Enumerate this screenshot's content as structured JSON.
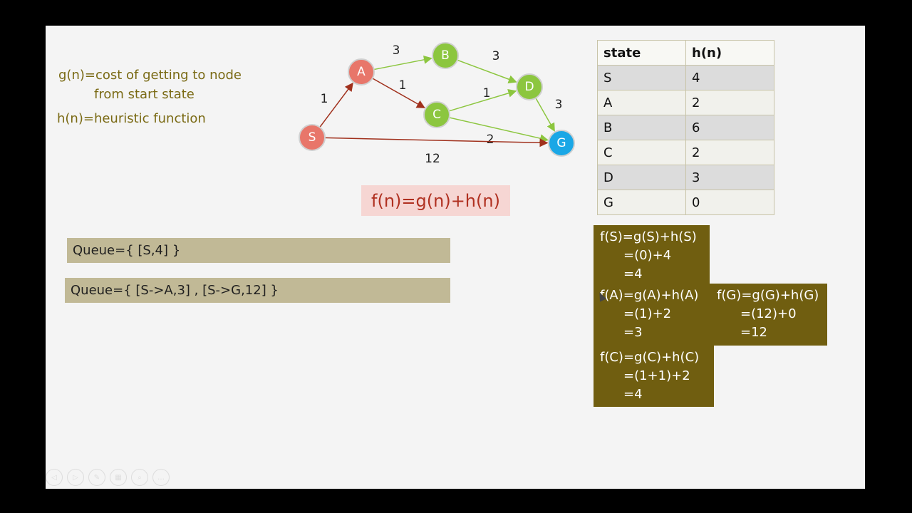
{
  "definitions": {
    "g_line1": "g(n)=cost of getting to node",
    "g_line2": "from start state",
    "h_line": "h(n)=heuristic function"
  },
  "graph": {
    "nodes": [
      {
        "id": "S",
        "color": "#e8766a"
      },
      {
        "id": "A",
        "color": "#e8766a"
      },
      {
        "id": "B",
        "color": "#8cc63f"
      },
      {
        "id": "C",
        "color": "#8cc63f"
      },
      {
        "id": "D",
        "color": "#8cc63f"
      },
      {
        "id": "G",
        "color": "#1aa7e6"
      }
    ],
    "edges": [
      {
        "from": "S",
        "to": "A",
        "cost": "1",
        "color": "#a0301c"
      },
      {
        "from": "A",
        "to": "B",
        "cost": "3",
        "color": "#8cc63f"
      },
      {
        "from": "A",
        "to": "C",
        "cost": "1",
        "color": "#a0301c"
      },
      {
        "from": "B",
        "to": "D",
        "cost": "3",
        "color": "#8cc63f"
      },
      {
        "from": "C",
        "to": "D",
        "cost": "1",
        "color": "#8cc63f"
      },
      {
        "from": "C",
        "to": "G",
        "cost": "2",
        "color": "#8cc63f"
      },
      {
        "from": "D",
        "to": "G",
        "cost": "3",
        "color": "#8cc63f"
      },
      {
        "from": "S",
        "to": "G",
        "cost": "12",
        "color": "#a0301c"
      }
    ]
  },
  "formula": "f(n)=g(n)+h(n)",
  "queues": [
    "Queue={ [S,4] }",
    "Queue={ [S->A,3] , [S->G,12] }"
  ],
  "heuristic_table": {
    "headers": [
      "state",
      "h(n)"
    ],
    "rows": [
      [
        "S",
        "4"
      ],
      [
        "A",
        "2"
      ],
      [
        "B",
        "6"
      ],
      [
        "C",
        "2"
      ],
      [
        "D",
        "3"
      ],
      [
        "G",
        "0"
      ]
    ]
  },
  "calculations": {
    "fS": [
      "f(S)=g(S)+h(S)",
      "=(0)+4",
      "=4"
    ],
    "fA": [
      "f(A)=g(A)+h(A)",
      "=(1)+2",
      "=3"
    ],
    "fG": [
      "f(G)=g(G)+h(G)",
      "=(12)+0",
      "=12"
    ],
    "fC": [
      "f(C)=g(C)+h(C)",
      "=(1+1)+2",
      "=4"
    ]
  },
  "controls": [
    "prev-icon",
    "next-icon",
    "pen-icon",
    "slides-icon",
    "zoom-icon",
    "more-icon"
  ]
}
